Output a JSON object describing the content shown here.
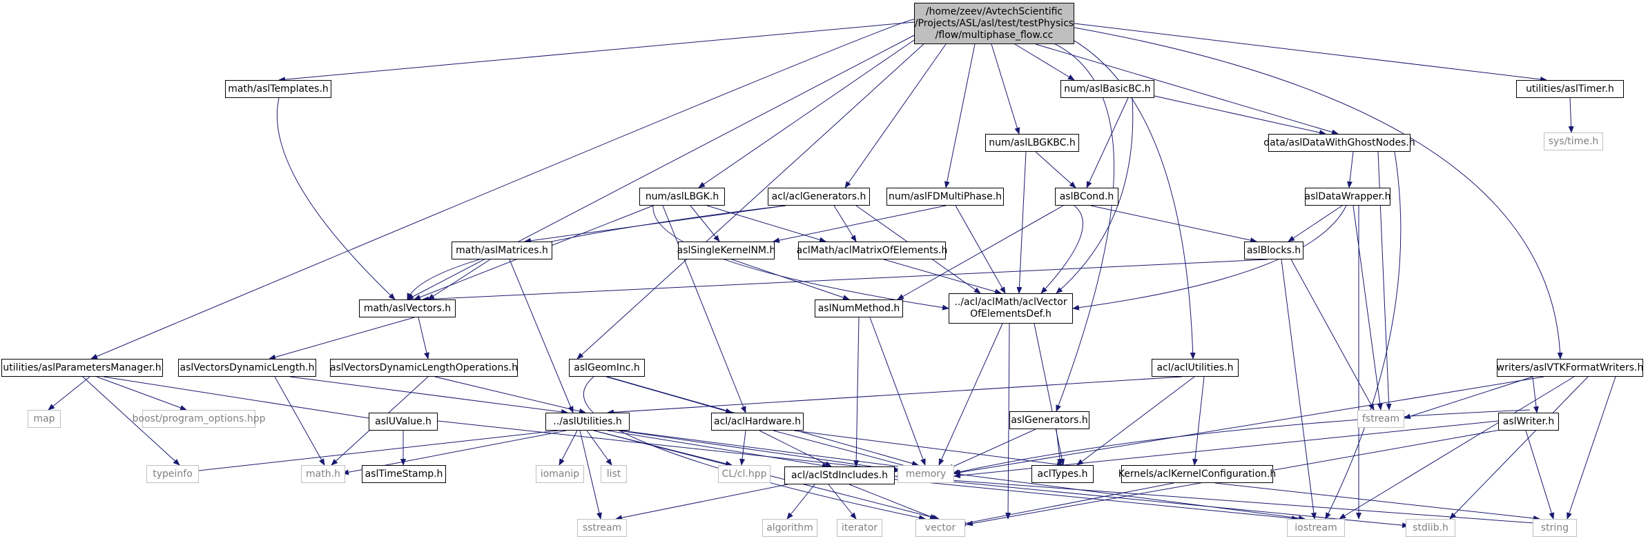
{
  "colors": {
    "edge": "#191970",
    "node_border": "#000000",
    "system_border": "#bfbfbf",
    "system_text": "#808080",
    "root_fill": "#bfbfbf"
  },
  "nodes": {
    "root": "/home/zeev/AvtechScientific\n/Projects/ASL/asl/test/testPhysics\n/flow/multiphase_flow.cc",
    "math_aslTemplates": "math/aslTemplates.h",
    "num_aslBasicBC": "num/aslBasicBC.h",
    "utilities_aslTimer": "utilities/aslTimer.h",
    "sys_time": "sys/time.h",
    "num_aslLBGKBC": "num/aslLBGKBC.h",
    "data_aslDataWithGhostNodes": "data/aslDataWithGhostNodes.h",
    "num_aslLBGK": "num/aslLBGK.h",
    "acl_aclGenerators": "acl/aclGenerators.h",
    "num_aslFDMultiPhase": "num/aslFDMultiPhase.h",
    "aslBCond": "aslBCond.h",
    "aslDataWrapper": "aslDataWrapper.h",
    "math_aslMatrices": "math/aslMatrices.h",
    "aslSingleKernelNM": "aslSingleKernelNM.h",
    "aclMatrixOfElements": "aclMath/aclMatrixOfElements.h",
    "aslBlocks": "aslBlocks.h",
    "math_aslVectors": "math/aslVectors.h",
    "aslNumMethod": "aslNumMethod.h",
    "aclVectorOfElementsDef": "../acl/aclMath/aclVector\nOfElementsDef.h",
    "utilities_aslParametersManager": "utilities/aslParametersManager.h",
    "aslVectorsDynamicLength": "aslVectorsDynamicLength.h",
    "aslVectorsDynamicLengthOperations": "aslVectorsDynamicLengthOperations.h",
    "aslGeomInc": "aslGeomInc.h",
    "acl_aclUtilities": "acl/aclUtilities.h",
    "writers_aslVTKFormatWriters": "writers/aslVTKFormatWriters.h",
    "map": "map",
    "boost_program_options": "boost/program_options.hpp",
    "aslUValue": "aslUValue.h",
    "aslUtilities": "../aslUtilities.h",
    "acl_aclHardware": "acl/aclHardware.h",
    "aslGenerators": "aslGenerators.h",
    "fstream": "fstream",
    "aslWriter": "aslWriter.h",
    "typeinfo": "typeinfo",
    "math_h": "math.h",
    "aslTimeStamp": "aslTimeStamp.h",
    "iomanip": "iomanip",
    "list": "list",
    "CL_cl_hpp": "CL/cl.hpp",
    "acl_aclStdIncludes": "acl/aclStdIncludes.h",
    "memory": "memory",
    "aclTypes": "aclTypes.h",
    "aclKernelConfiguration": "Kernels/aclKernelConfiguration.h",
    "sstream": "sstream",
    "algorithm": "algorithm",
    "iterator": "iterator",
    "vector": "vector",
    "iostream": "iostream",
    "stdlib_h": "stdlib.h",
    "string": "string"
  }
}
